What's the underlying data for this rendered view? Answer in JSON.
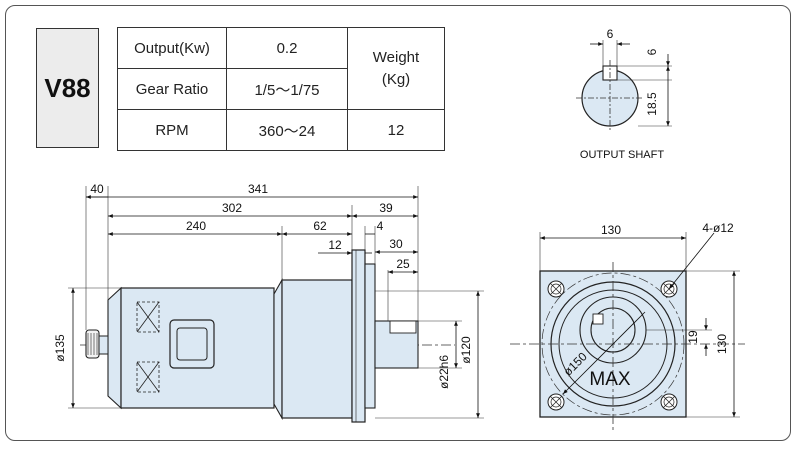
{
  "model": "V88",
  "specs": {
    "output_label": "Output(Kw)",
    "output_value": "0.2",
    "gear_ratio_label": "Gear Ratio",
    "gear_ratio_value": "1/5～1/75",
    "rpm_label": "RPM",
    "rpm_value": "360～24",
    "weight_label": "Weight\n(Kg)",
    "weight_value": "12"
  },
  "shaft": {
    "title": "OUTPUT SHAFT",
    "key_width": "6",
    "key_depth": "6",
    "height": "18.5"
  },
  "side_view": {
    "d40": "40",
    "d341": "341",
    "d302": "302",
    "d39": "39",
    "d240": "240",
    "d62": "62",
    "d4": "4",
    "d12": "12",
    "d30": "30",
    "d25": "25",
    "dia135": "ø135",
    "dia22": "ø22h6",
    "dia120": "ø120"
  },
  "front_view": {
    "d130_top": "130",
    "holes": "4-ø12",
    "d19": "19",
    "d130_side": "130",
    "dia150": "ø150",
    "max_label": "MAX"
  }
}
